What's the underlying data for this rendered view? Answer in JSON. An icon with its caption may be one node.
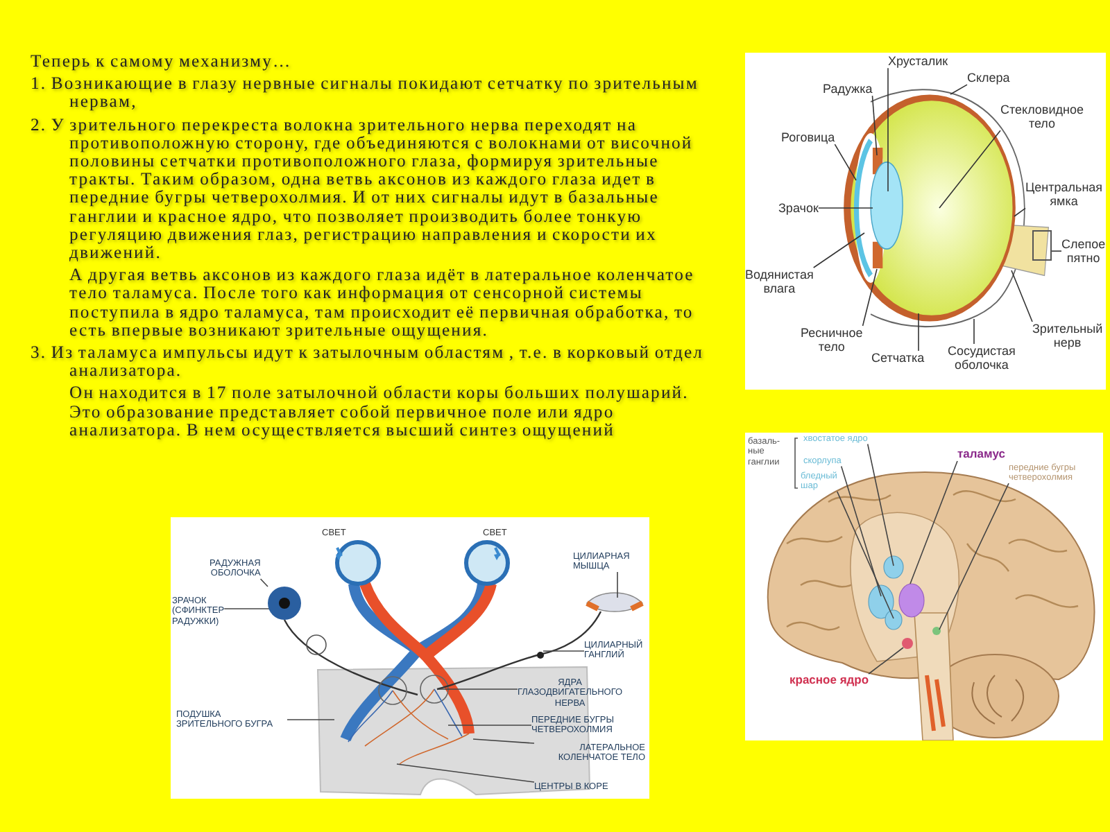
{
  "diagram": {
    "nodes": [
      {
        "text": [
          "Хрусталик"
        ]
      },
      {
        "text": [
          "Склера"
        ]
      },
      {
        "text": [
          "Радужка"
        ]
      },
      {
        "text": [
          "Стекловидное тело"
        ]
      },
      {
        "text": [
          "Роговица"
        ]
      },
      {
        "text": [
          "Центральная ямка"
        ]
      },
      {
        "text": [
          "Зрачок"
        ]
      },
      {
        "text": [
          "Слепое пятно"
        ]
      },
      {
        "text": [
          "Водянистая влага"
        ]
      },
      {
        "text": [
          "Зрительный нерв"
        ]
      },
      {
        "text": [
          "Ресничное тело"
        ]
      },
      {
        "text": [
          "Сетчатка"
        ]
      },
      {
        "text": [
          "Сосудистая оболочка"
        ]
      },
      {
        "text": [
          "хвостатое ядро"
        ]
      },
      {
        "text": [
          "скорлупа"
        ]
      },
      {
        "text": [
          "бледный шар"
        ]
      },
      {
        "text": [
          "таламус"
        ]
      },
      {
        "text": [
          "передние бугры четверохолмия"
        ]
      },
      {
        "text": [
          "красное ядро"
        ]
      },
      {
        "text": [
          "РАДУЖНАЯ ОБОЛОЧКА"
        ]
      },
      {
        "text": [
          "ЗРАЧОК (СФИНКТЕР РАДУЖКИ)"
        ]
      },
      {
        "text": [
          "ПОДУШКА ЗРИТЕЛЬНОГО БУГРА"
        ]
      },
      {
        "text": [
          "ЦИЛИАРНАЯ МЫШЦА"
        ]
      },
      {
        "text": [
          "ЦИЛИАРНЫЙ ГАНГЛИЙ"
        ]
      },
      {
        "text": [
          "ЯДРА ГЛАЗОДВИГАТЕЛЬНОГО НЕРВА"
        ]
      },
      {
        "text": [
          "ПЕРЕДНИЕ БУГРЫ ЧЕТВЕРОХОЛМИЯ"
        ]
      },
      {
        "text": [
          "ЛАТЕРАЛЬНОЕ КОЛЕНЧАТОЕ ТЕЛО"
        ]
      },
      {
        "text": [
          "ЦЕНТРЫ В КОРЕ"
        ]
      },
      {
        "text": [],
        "shape": "box"
      },
      {
        "text": [],
        "shape": "circle"
      },
      {
        "text": [],
        "shape": "circle",
        "in": 29
      },
      {
        "text": [],
        "shape": "circle"
      }
    ],
    "edges": [
      {
        "from": 0,
        "to": null,
        "arrow": "none"
      },
      {
        "from": 1,
        "to": null,
        "arrow": "none"
      },
      {
        "from": 2,
        "to": null,
        "arrow": "none"
      },
      {
        "from": 3,
        "to": null,
        "arrow": "none"
      },
      {
        "from": 4,
        "to": null,
        "arrow": "none"
      },
      {
        "from": 5,
        "to": null,
        "arrow": "none"
      },
      {
        "from": 6,
        "to": null,
        "arrow": "none"
      },
      {
        "from": 7,
        "to": 28,
        "arrow": "none"
      },
      {
        "from": 8,
        "to": null,
        "arrow": "none"
      },
      {
        "from": 9,
        "to": null,
        "arrow": "none"
      },
      {
        "from": 10,
        "to": null,
        "arrow": "none"
      },
      {
        "from": 11,
        "to": null,
        "arrow": "none"
      },
      {
        "from": 12,
        "to": null,
        "arrow": "none"
      },
      {
        "from": 13,
        "to": null,
        "arrow": "none"
      },
      {
        "from": 14,
        "to": null,
        "arrow": "none"
      },
      {
        "from": 15,
        "to": null,
        "arrow": "none"
      },
      {
        "from": 16,
        "to": null,
        "arrow": "none"
      },
      {
        "from": 17,
        "to": null,
        "arrow": "none"
      },
      {
        "from": 18,
        "to": null,
        "arrow": "none"
      },
      {
        "from": 19,
        "to": 29,
        "arrow": "none"
      },
      {
        "from": 20,
        "to": 30,
        "arrow": "none"
      },
      {
        "from": 21,
        "to": null,
        "arrow": "none"
      },
      {
        "from": 22,
        "to": null,
        "arrow": "none"
      },
      {
        "from": 23,
        "to": 31,
        "arrow": "none"
      },
      {
        "from": 24,
        "to": null,
        "arrow": "none"
      },
      {
        "from": 25,
        "to": null,
        "arrow": "none"
      },
      {
        "from": 26,
        "to": null,
        "arrow": "none"
      },
      {
        "from": 27,
        "to": null,
        "arrow": "none"
      }
    ],
    "labels": [
      "Теперь к самому механизму…",
      "1. Возникающие в глазу нервные сигналы покидают сетчатку по зрительным нервам,",
      "2. У зрительного перекреста волокна зрительного нерва переходят на противоположную сторону, где объединяются с волокнами от височной половины сетчатки противоположного глаза, формируя зрительные тракты. Таким образом, одна ветвь аксонов из каждого глаза идет в передние бугры четверохолмия. И от них сигналы идут в базальные ганглии и красное ядро, что позволяет производить более тонкую регуляцию движения глаз, регистрацию направления и скорости их движений.",
      "А другая ветвь аксонов из каждого глаза идёт в латеральное коленчатое тело таламуса. После того как информация от сенсорной системы поступила в ядро таламуса, там происходит её первичная обработка, то есть впервые возникают зрительные ощущения.",
      "3. Из таламуса импульсы идут к затылочным областям , т.е. в корковый отдел анализатора.",
      "Он находится в 17 поле затылочной области коры больших полушарий. Это образование представляет собой первичное поле или ядро анализатора. В нем осуществляется высший синтез ощущений",
      "базаль- ные ганглии",
      "СВЕТ",
      "СВЕТ"
    ]
  }
}
